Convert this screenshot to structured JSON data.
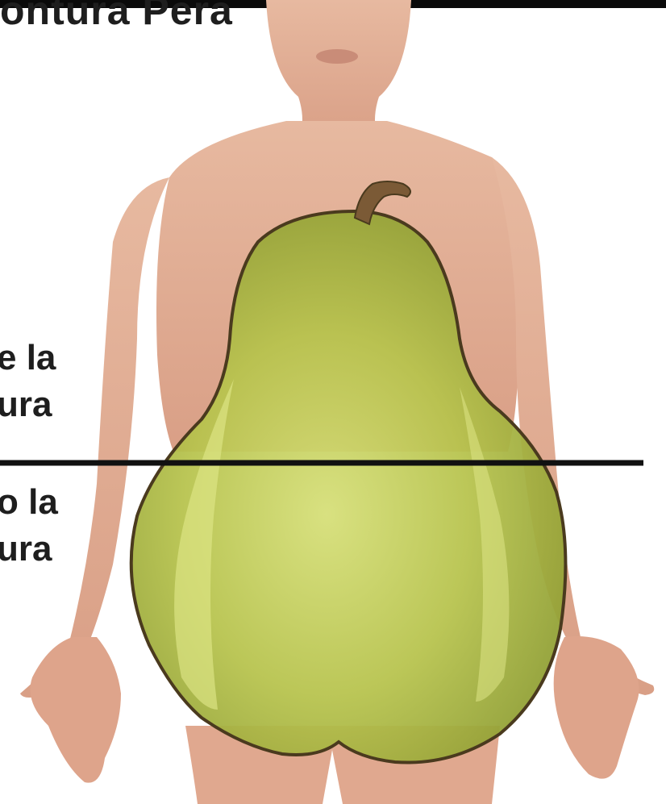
{
  "title": "ontura  Pera",
  "labels": {
    "above_waist": [
      "e la",
      "ura"
    ],
    "below_waist": [
      "o la",
      "ura"
    ]
  },
  "colors": {
    "skin": "#e3b096",
    "pear": "#b3c24a",
    "pear_highlight": "#d8e07c",
    "outline": "#4a3a1e",
    "line": "#111111"
  }
}
